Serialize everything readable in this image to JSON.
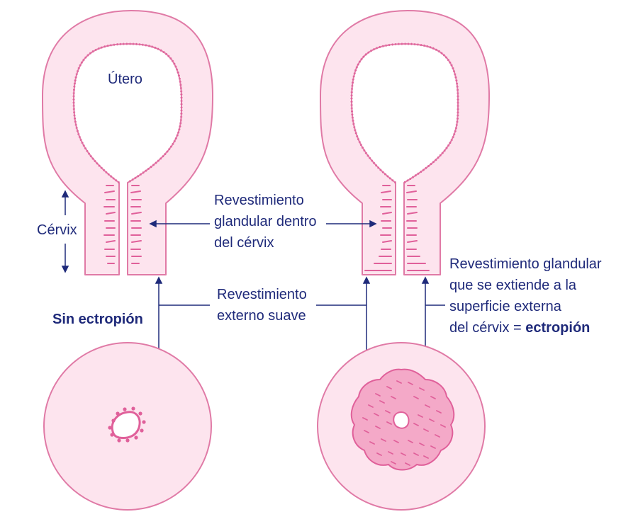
{
  "labels": {
    "utero": "Útero",
    "cervix": "Cérvix",
    "glandular_inside": [
      "Revestimiento",
      "glandular dentro",
      "del cérvix"
    ],
    "smooth_outer": [
      "Revestimiento",
      "externo suave"
    ],
    "no_ectropion": "Sin ectropión",
    "glandular_extends": [
      "Revestimiento glandular",
      "que se extiende a la",
      "superficie externa",
      "del cérvix = "
    ],
    "ectropion_word": "ectropión"
  },
  "colors": {
    "tissue_fill": "#fde4ee",
    "tissue_stroke": "#e07aa6",
    "glandular": "#e0609a",
    "glandular_fill": "#f4a9c8",
    "text": "#1f2a7a",
    "line": "#1f2a7a"
  }
}
